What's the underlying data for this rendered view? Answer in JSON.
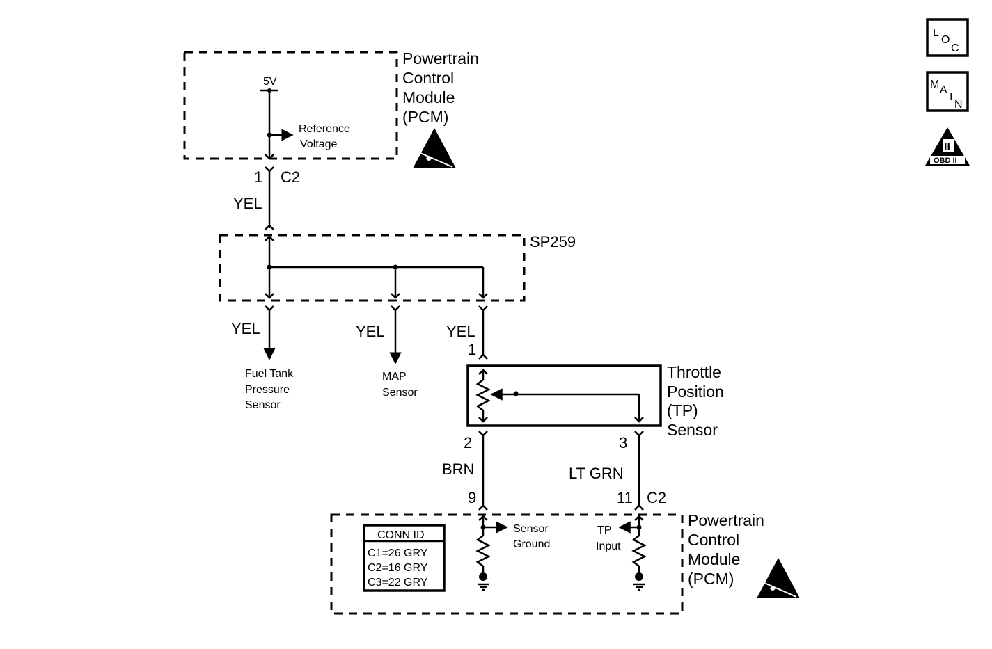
{
  "badges": {
    "loc": [
      "L",
      "O",
      "C"
    ],
    "main": [
      "M",
      "A",
      "I",
      "N"
    ],
    "obd": "OBD II",
    "obd_numeral": "II"
  },
  "pcm_top": {
    "title_lines": [
      "Powertrain",
      "Control",
      "Module",
      "(PCM)"
    ],
    "voltage": "5V",
    "ref_lines": [
      "Reference",
      "Voltage"
    ],
    "pin": "1",
    "connector": "C2"
  },
  "wire_top": "YEL",
  "splice": {
    "label": "SP259"
  },
  "branches": {
    "fuel": {
      "wire": "YEL",
      "label_lines": [
        "Fuel Tank",
        "Pressure",
        "Sensor"
      ]
    },
    "map": {
      "wire": "YEL",
      "label_lines": [
        "MAP",
        "Sensor"
      ]
    },
    "tp_wire": "YEL",
    "tp_pin_in": "1"
  },
  "tp_sensor": {
    "title_lines": [
      "Throttle",
      "Position",
      "(TP)",
      "Sensor"
    ],
    "pin_ground": "2",
    "pin_signal": "3"
  },
  "wires_bottom": {
    "ground": "BRN",
    "signal": "LT GRN"
  },
  "pcm_bottom": {
    "title_lines": [
      "Powertrain",
      "Control",
      "Module",
      "(PCM)"
    ],
    "pin_ground": "9",
    "pin_signal": "11",
    "connector": "C2",
    "sensor_ground_lines": [
      "Sensor",
      "Ground"
    ],
    "tp_input_lines": [
      "TP",
      "Input"
    ],
    "conn_id": {
      "header": "CONN ID",
      "rows": [
        "C1=26 GRY",
        "C2=16 GRY",
        "C3=22 GRY"
      ]
    }
  }
}
